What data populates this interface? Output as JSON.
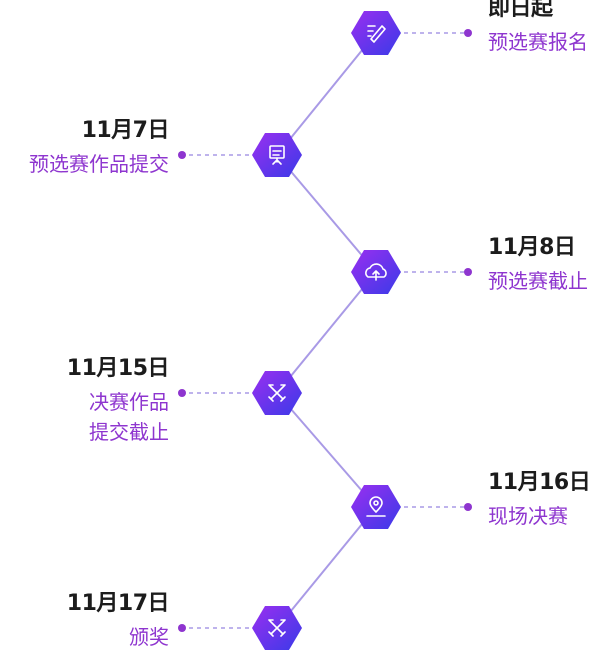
{
  "colors": {
    "accent": "#8e35cf",
    "gradient_start": "#9a2ff0",
    "gradient_end": "#3a3ae8",
    "connector": "#a99ae6",
    "dot": "#8e35cf",
    "text_dark": "#1c1c1c"
  },
  "events": [
    {
      "date": "即日起",
      "desc_lines": [
        "预选赛报名"
      ],
      "side": "right",
      "icon": "pencil-note-icon"
    },
    {
      "date": "11月7日",
      "desc_lines": [
        "预选赛作品提交"
      ],
      "side": "left",
      "icon": "presentation-board-icon"
    },
    {
      "date": "11月8日",
      "desc_lines": [
        "预选赛截止"
      ],
      "side": "right",
      "icon": "cloud-upload-icon"
    },
    {
      "date": "11月15日",
      "desc_lines": [
        "决赛作品",
        "提交截止"
      ],
      "side": "left",
      "icon": "crossed-swords-icon"
    },
    {
      "date": "11月16日",
      "desc_lines": [
        "现场决赛"
      ],
      "side": "right",
      "icon": "location-pin-icon"
    },
    {
      "date": "11月17日",
      "desc_lines": [
        "颁奖"
      ],
      "side": "left",
      "icon": "crossed-swords-icon"
    }
  ]
}
